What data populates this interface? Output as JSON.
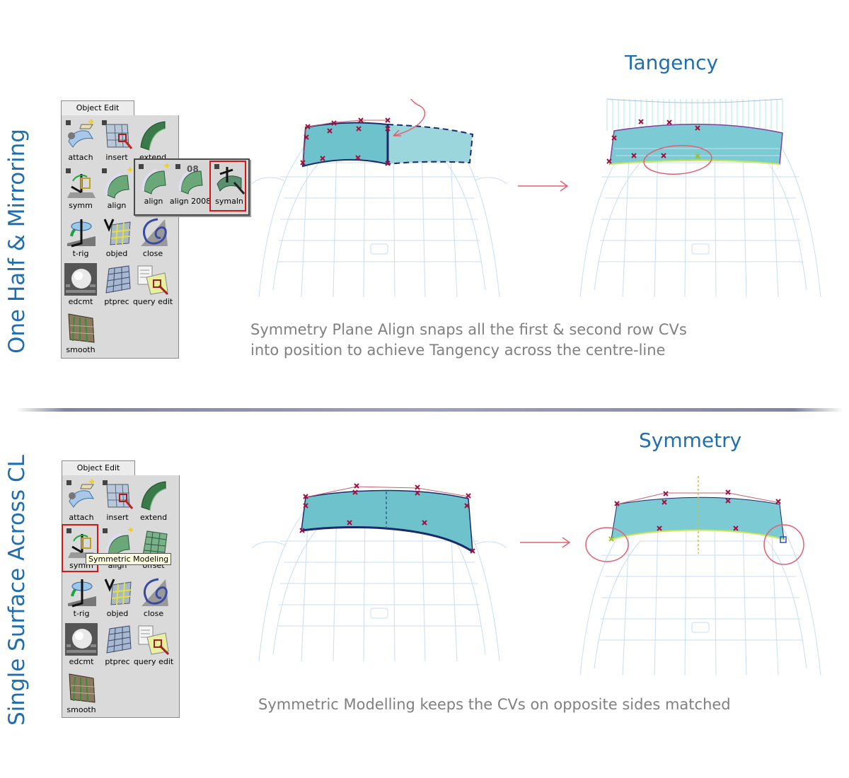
{
  "sections": {
    "top_title": "One Half & Mirroring",
    "bottom_title": "Single Surface Across CL"
  },
  "headings": {
    "tangency": "Tangency",
    "symmetry": "Symmetry"
  },
  "captions": {
    "top_line1": "Symmetry Plane Align snaps all the first & second row CVs",
    "top_line2": "into position to achieve Tangency across the centre-line",
    "bottom": "Symmetric Modelling keeps the CVs on opposite sides matched"
  },
  "panel_top": {
    "tab": "Object Edit",
    "tools": [
      "attach",
      "insert",
      "extend",
      "symm",
      "align",
      "t-rig",
      "objed",
      "close",
      "edcmt",
      "ptprec",
      "query edit",
      "smooth"
    ],
    "popup": [
      "align",
      "align 2008",
      "symaln"
    ]
  },
  "panel_bottom": {
    "tab": "Object Edit",
    "tools": [
      "attach",
      "insert",
      "extend",
      "symm",
      "align",
      "offset",
      "t-rig",
      "objed",
      "close",
      "edcmt",
      "ptprec",
      "query edit",
      "smooth"
    ],
    "tooltip": "Symmetric Modeling"
  },
  "icon_badges": {
    "align_2008": "08"
  },
  "colors": {
    "title_blue": "#1f6fb0",
    "caption_gray": "#808080",
    "highlight_red": "#d01818",
    "cv_marker": "#a01040",
    "surface_teal": "#5fb8c4",
    "wireframe_blue": "#bcd8ec",
    "annotation_red": "#e05060"
  }
}
